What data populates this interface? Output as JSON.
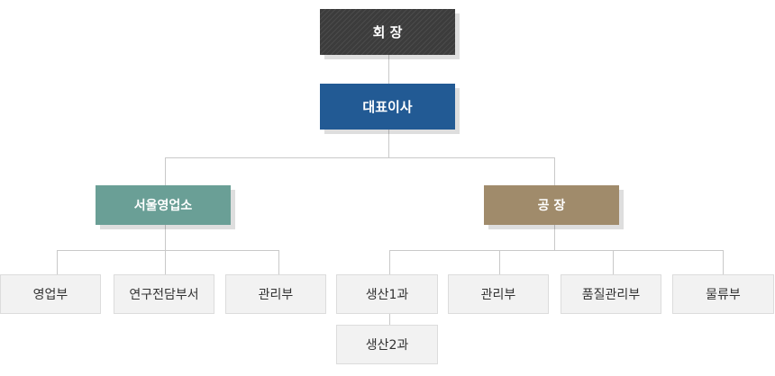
{
  "org": {
    "chairman": "회 장",
    "ceo": "대표이사",
    "seoul_office": {
      "label": "서울영업소",
      "departments": [
        "영업부",
        "연구전담부서",
        "관리부"
      ]
    },
    "factory": {
      "label": "공 장",
      "departments": [
        "생산1과",
        "관리부",
        "품질관리부",
        "물류부"
      ],
      "sub_departments": [
        "생산2과"
      ]
    }
  },
  "colors": {
    "chairman_bg": "#3c3c3c",
    "ceo_bg": "#225a94",
    "seoul_office_bg": "#6a9f96",
    "factory_bg": "#a08b6b",
    "leaf_bg": "#f2f2f2",
    "connector": "#c9c9c9"
  }
}
